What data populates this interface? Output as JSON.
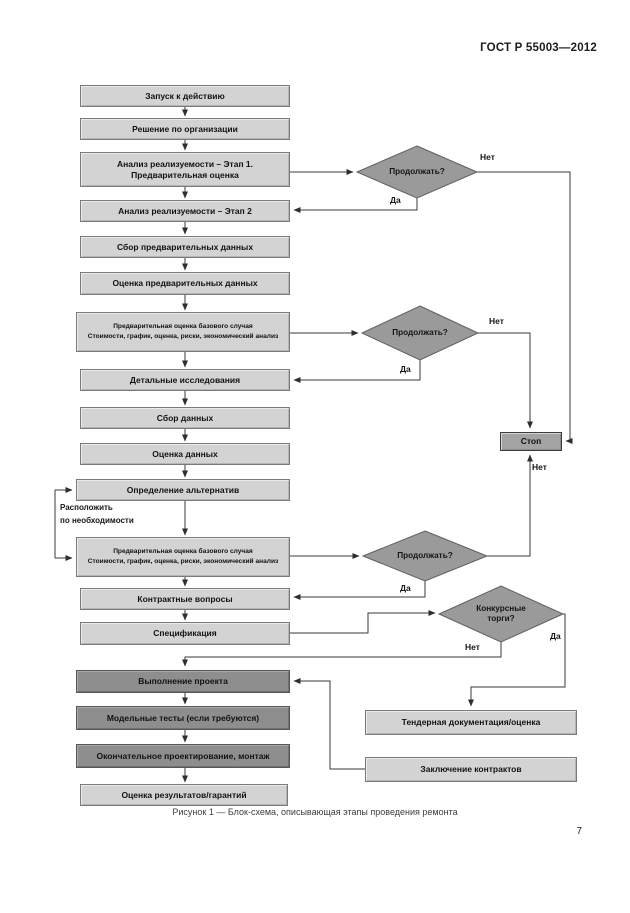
{
  "page": {
    "header": "ГОСТ Р 55003—2012",
    "caption": "Рисунок 1 — Блок-схема, описывающая этапы проведения ремонта",
    "page_number": "7"
  },
  "colors": {
    "box_light": "#d3d3d3",
    "box_dark": "#8e8e8e",
    "stop_fill": "#a4a4a4",
    "diamond_fill": "#9a9a9a",
    "line": "#3a3a3a"
  },
  "flowchart": {
    "steps": [
      "Запуск к действию",
      "Решение по организации",
      "Анализ реализуемости – Этап 1.\nПредварительная оценка",
      "Анализ реализуемости – Этап 2",
      "Сбор предварительных данных",
      "Оценка предварительных данных",
      "Предварительная оценка базового случая\nСтоимости, график, оценка, риски, экономический анализ",
      "Детальные исследования",
      "Сбор данных",
      "Оценка данных",
      "Определение альтернатив",
      "Предварительная оценка базового случая\nСтоимости, график, оценка, риски, экономический анализ",
      "Контрактные вопросы",
      "Спецификация",
      "Выполнение проекта",
      "Модельные тесты (если требуются)",
      "Окончательное проектирование, монтаж",
      "Оценка результатов/гарантий"
    ],
    "decisions": [
      "Продолжать?",
      "Продолжать?",
      "Продолжать?",
      "Конкурсные\nторги?"
    ],
    "stop_label": "Стоп",
    "side_boxes": {
      "tender": "Тендерная документация/оценка",
      "contracts": "Заключение контрактов"
    },
    "edge_labels": {
      "d1_no": "Нет",
      "d1_yes": "Да",
      "d2_no": "Нет",
      "d2_yes": "Да",
      "d3_no": "Нет",
      "d3_yes": "Да",
      "d4_yes": "Да",
      "d4_no": "Нет"
    },
    "annotation": "Расположить\nпо необходимости"
  }
}
